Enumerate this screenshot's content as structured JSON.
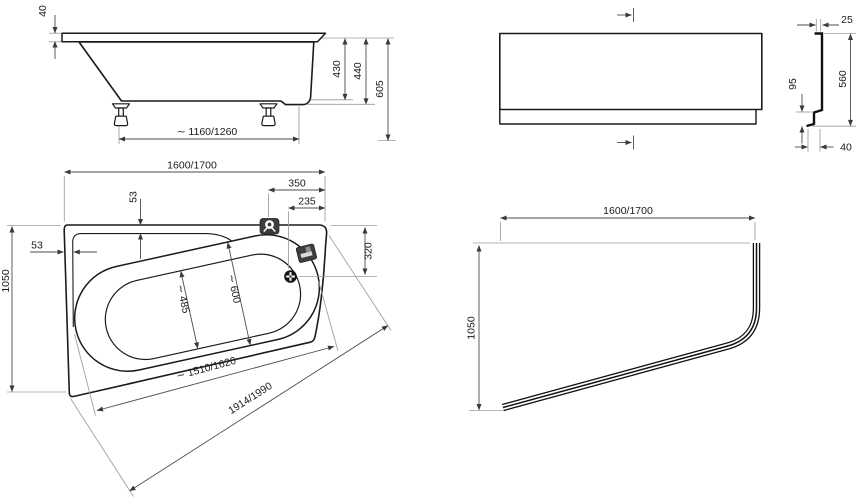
{
  "drawing": {
    "colors": {
      "line": "#1a1a1a",
      "dimension": "#4d4d4d",
      "extension": "#9c9c9c",
      "icon_dark": "#3d3d3d",
      "background": "#ffffff"
    },
    "views": {
      "side_view": {
        "dims": {
          "rim_thickness": "40",
          "depth_to_overflow": "430",
          "depth_total": "440",
          "height_with_feet": "605",
          "feet_spacing": "∼ 1160/1260"
        }
      },
      "front_panel_view": {
        "dims": {
          "top_thickness": "25",
          "plinth_height": "95",
          "panel_height": "560",
          "foot_inset": "40"
        }
      },
      "plan_view": {
        "dims": {
          "length": "1600/1700",
          "width": "1050",
          "rim_offset_top": "53",
          "rim_offset_left": "53",
          "faucet_from_edge": "350",
          "drain_from_edge": "235",
          "drain_from_top_edge": "320",
          "basin_width_bottom": "∼ 485",
          "basin_width_top": "∼ 600",
          "basin_length": "∼ 1510/1620",
          "diagonal_length": "1914/1990"
        },
        "icons": {
          "faucet": "mixer-tap-icon",
          "control": "overflow-control-icon",
          "drain": "drain-icon"
        }
      },
      "panel_plan_view": {
        "dims": {
          "length": "1600/1700",
          "width": "1050"
        }
      }
    }
  }
}
